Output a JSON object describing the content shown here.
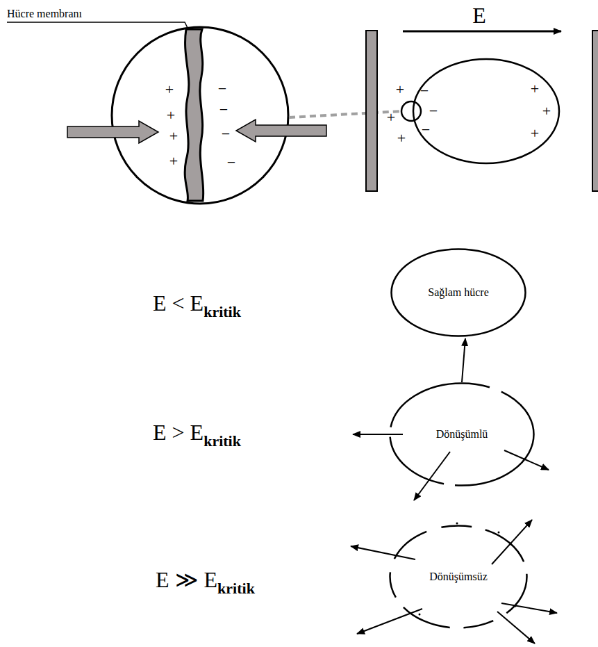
{
  "diagram": {
    "nodes": [
      {
        "text": [
          "Sağlam hücre"
        ]
      },
      {
        "text": [
          "Dönüşümlü"
        ]
      },
      {
        "text": [
          "Dönüşümsüz"
        ]
      }
    ],
    "edges": [
      {
        "from": 1,
        "to": 0,
        "arrow": "to"
      }
    ],
    "labels": [
      "Hücre membranı",
      "E",
      "+",
      "+",
      "+",
      "+",
      "−",
      "−",
      "−",
      "−",
      "+",
      "+",
      "+",
      "−",
      "−",
      "−",
      "+",
      "+",
      "+",
      "E < E",
      "kritik",
      "E > E",
      "kritik",
      "E ≫ E",
      "kritik"
    ]
  }
}
